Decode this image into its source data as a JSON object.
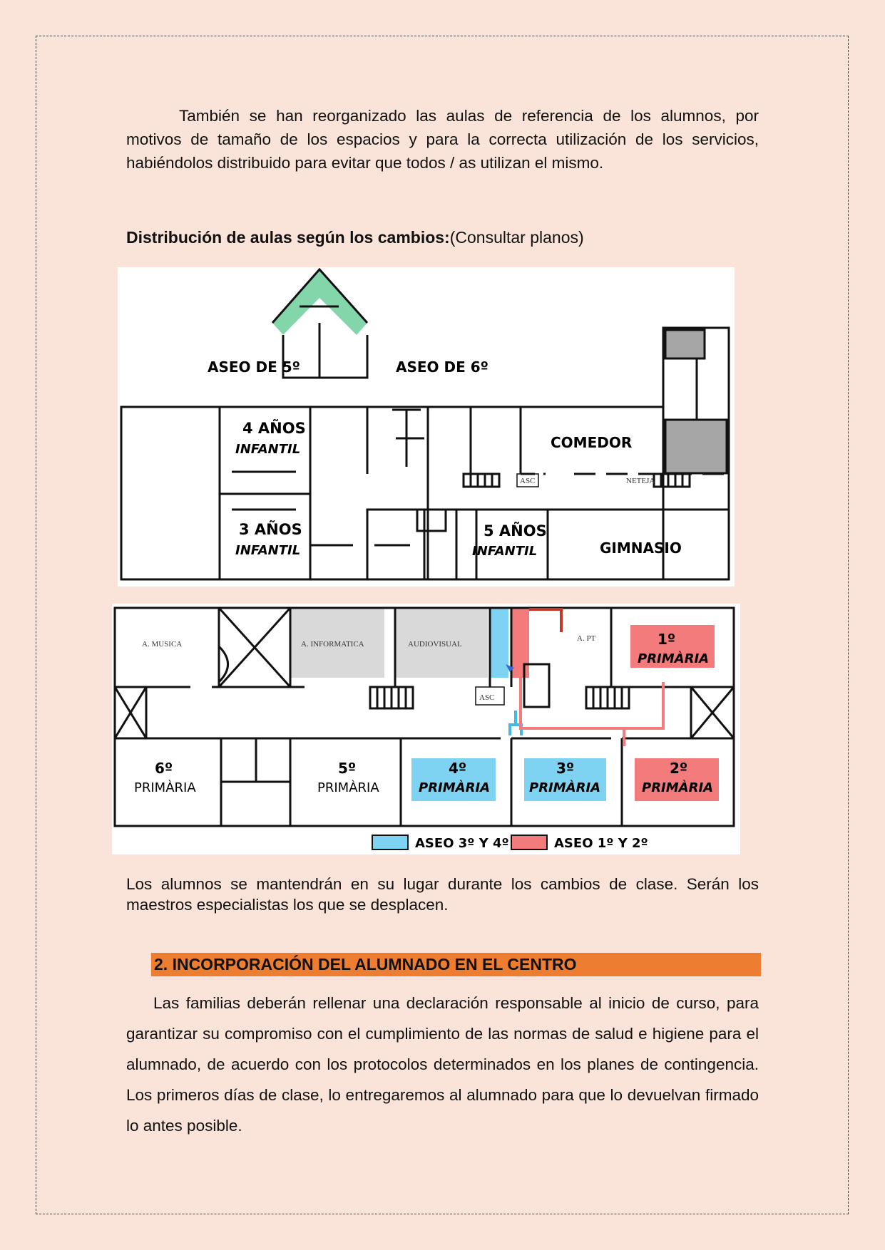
{
  "paragraph_intro": "También se han reorganizado las aulas de referencia de los alumnos, por motivos de tamaño de los espacios y para la correcta utilización de los servicios, habiéndolos distribuido para evitar que todos / as utilizan el mismo.",
  "distribution_heading": {
    "bold": "Distribución de aulas según los cambios:",
    "normal": "(Consultar planos)"
  },
  "plan_top": {
    "labels": {
      "aseo5": "ASEO DE 5º",
      "aseo6": "ASEO DE 6º",
      "infantil4_line1": "4 AÑOS",
      "infantil4_line2": "INFANTIL",
      "infantil3_line1": "3 AÑOS",
      "infantil3_line2": "INFANTIL",
      "infantil5_line1": "5 AÑOS",
      "infantil5_line2": "INFANTIL",
      "comedor": "COMEDOR",
      "gimnasio": "GIMNASIO",
      "asc": "ASC",
      "neteja": "NETEJA"
    },
    "colors": {
      "aseo_green": "#83d6a9",
      "grey": "#a6a6a6"
    }
  },
  "plan_bottom": {
    "labels": {
      "musica": "A. MUSICA",
      "informatica": "A. INFORMATICA",
      "audiovisual": "AUDIOVISUAL",
      "apt": "A. PT",
      "asc": "ASC",
      "p1_line1": "1º",
      "p1_line2": "PRIMÀRIA",
      "p2_line1": "2º",
      "p2_line2": "PRIMÀRIA",
      "p3_line1": "3º",
      "p3_line2": "PRIMÀRIA",
      "p4_line1": "4º",
      "p4_line2": "PRIMÀRIA",
      "p5_line1": "5º",
      "p5_line2": "PRIMÀRIA",
      "p6_line1": "6º",
      "p6_line2": "PRIMÀRIA",
      "legend_blue": "ASEO 3º Y 4º",
      "legend_red": "ASEO 1º Y 2º"
    },
    "colors": {
      "blue": "#7fd3f2",
      "red": "#f47b7b",
      "light_grey": "#d9d9d9"
    }
  },
  "paragraph_changes": "Los alumnos se mantendrán en su lugar durante los cambios de clase. Serán los maestros especialistas los que se desplacen.",
  "section": {
    "title": "2.  INCORPORACIÓN DEL ALUMNADO EN EL CENTRO",
    "color": "#ed7d31"
  },
  "paragraph_families": "Las familias deberán rellenar una declaración responsable al inicio de curso, para garantizar su compromiso con el cumplimiento de las normas de salud e higiene para el alumnado, de acuerdo con los protocolos determinados en los planes de contingencia. Los primeros días de clase, lo entregaremos al alumnado para que lo devuelvan firmado lo antes posible."
}
